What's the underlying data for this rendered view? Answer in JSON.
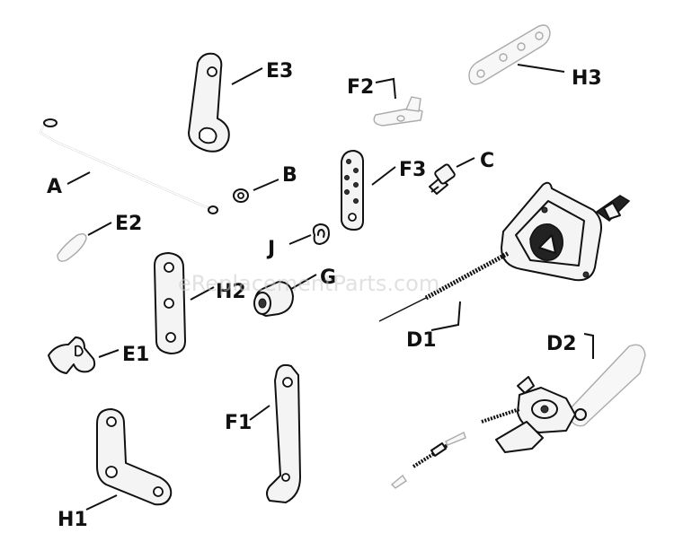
{
  "watermark": "eReplacementParts.com",
  "labels": {
    "a": "A",
    "b": "B",
    "c": "C",
    "d1": "D1",
    "d2": "D2",
    "e1": "E1",
    "e2": "E2",
    "e3": "E3",
    "f1": "F1",
    "f2": "F2",
    "f3": "F3",
    "g": "G",
    "h1": "H1",
    "h2": "H2",
    "h3": "H3",
    "j": "J"
  }
}
